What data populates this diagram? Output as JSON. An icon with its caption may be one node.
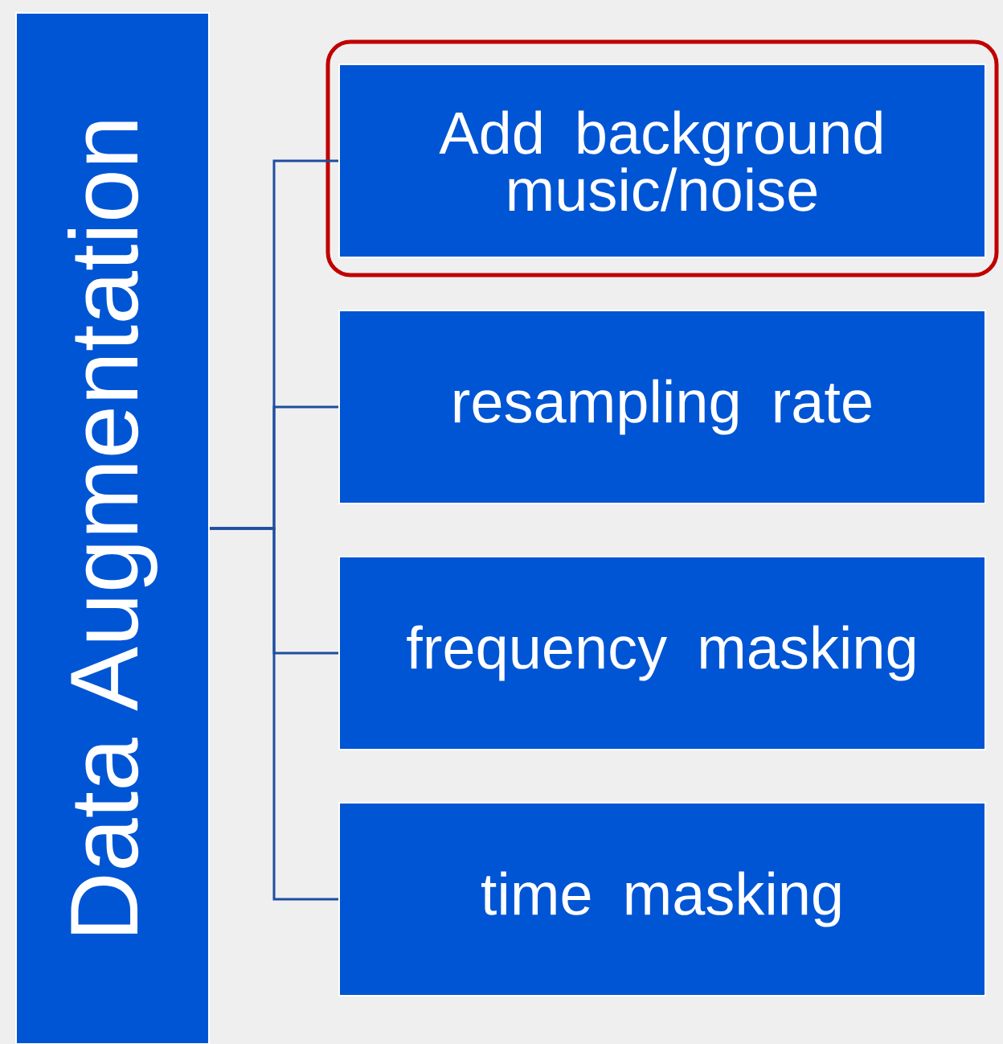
{
  "diagram": {
    "nodes": [
      {
        "text": [
          "Data Augmentation"
        ]
      },
      {
        "text": [
          "Add background music/noise"
        ]
      },
      {
        "text": [
          "resampling rate"
        ]
      },
      {
        "text": [
          "frequency masking"
        ]
      },
      {
        "text": [
          "time masking"
        ]
      }
    ],
    "edges": [
      {
        "from": 0,
        "to": 1,
        "arrow": "none"
      },
      {
        "from": 0,
        "to": 2,
        "arrow": "none"
      },
      {
        "from": 0,
        "to": 3,
        "arrow": "none"
      },
      {
        "from": 0,
        "to": 4,
        "arrow": "none"
      }
    ]
  }
}
